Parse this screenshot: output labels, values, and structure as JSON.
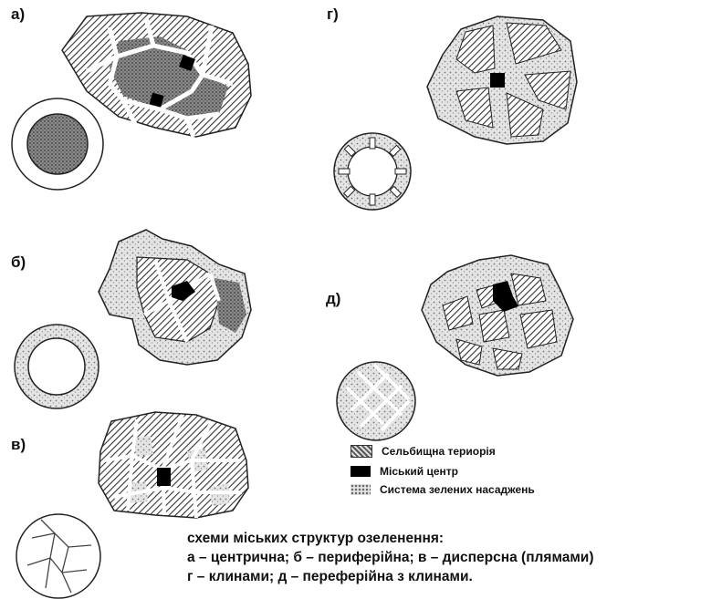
{
  "schemes": [
    {
      "id": "a",
      "label": "а)"
    },
    {
      "id": "b",
      "label": "б)"
    },
    {
      "id": "v",
      "label": "в)"
    },
    {
      "id": "g",
      "label": "г)"
    },
    {
      "id": "d",
      "label": "д)"
    }
  ],
  "legend": [
    {
      "key": "residential",
      "text": "Сельбищна териорія",
      "color": "#7a7a7a"
    },
    {
      "key": "center",
      "text": "Міський центр",
      "color": "#000000"
    },
    {
      "key": "green",
      "text": "Система зелених насаджень",
      "color": "#cfcfcf"
    }
  ],
  "caption": {
    "line1": "схеми міських структур озеленення:",
    "line2": "а – центрична; б – периферійна; в – дисперсна (плямами)",
    "line3": "г – клинами; д – переферійна з клинами."
  }
}
